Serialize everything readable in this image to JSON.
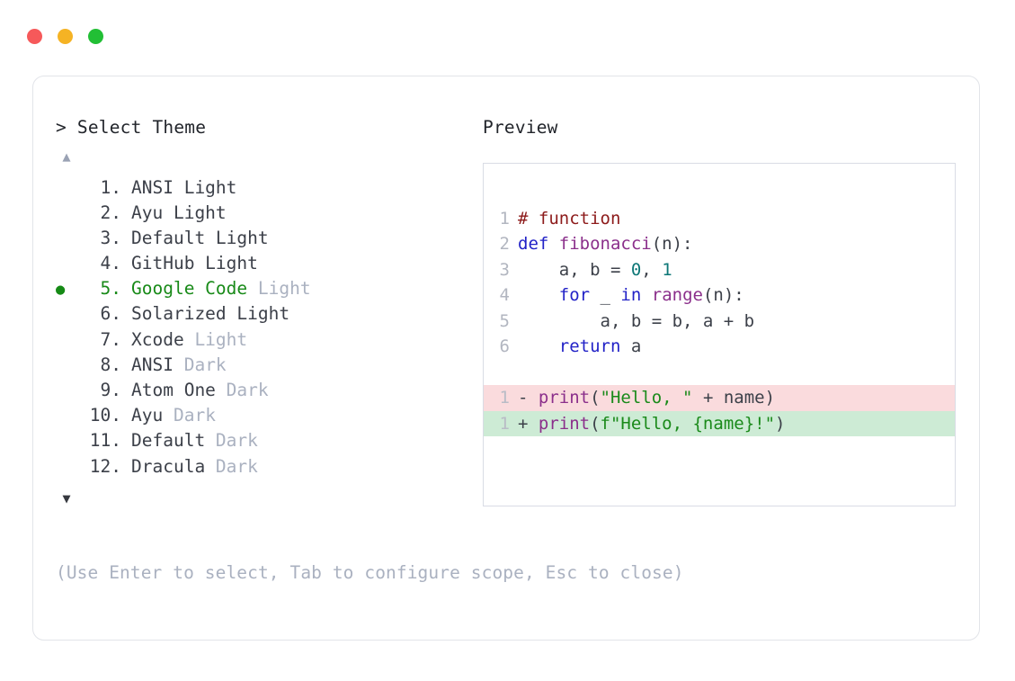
{
  "window": {
    "traffic_lights": [
      {
        "name": "close",
        "color": "#f6595a"
      },
      {
        "name": "minimize",
        "color": "#f5b324"
      },
      {
        "name": "maximize",
        "color": "#22bf35"
      }
    ]
  },
  "picker": {
    "header": "> Select Theme",
    "scroll_up_indicator": "▲",
    "scroll_down_indicator": "▼",
    "selected_index": 5,
    "selected_bullet": "●",
    "items": [
      {
        "index": "1.",
        "name": "ANSI Light",
        "variant": "",
        "selected": false
      },
      {
        "index": "2.",
        "name": "Ayu Light",
        "variant": "",
        "selected": false
      },
      {
        "index": "3.",
        "name": "Default Light",
        "variant": "",
        "selected": false
      },
      {
        "index": "4.",
        "name": "GitHub Light",
        "variant": "",
        "selected": false
      },
      {
        "index": "5.",
        "name": "Google Code",
        "variant": " Light",
        "selected": true
      },
      {
        "index": "6.",
        "name": "Solarized Light",
        "variant": "",
        "selected": false
      },
      {
        "index": "7.",
        "name": "Xcode",
        "variant": " Light",
        "selected": false
      },
      {
        "index": "8.",
        "name": "ANSI",
        "variant": " Dark",
        "selected": false
      },
      {
        "index": "9.",
        "name": "Atom One",
        "variant": " Dark",
        "selected": false
      },
      {
        "index": "10.",
        "name": "Ayu",
        "variant": " Dark",
        "selected": false
      },
      {
        "index": "11.",
        "name": "Default",
        "variant": " Dark",
        "selected": false
      },
      {
        "index": "12.",
        "name": "Dracula",
        "variant": " Dark",
        "selected": false
      }
    ]
  },
  "preview": {
    "label": "Preview",
    "code_lines": [
      {
        "number": "1",
        "tokens": [
          {
            "t": "# function",
            "c": "tok-comment"
          }
        ]
      },
      {
        "number": "2",
        "tokens": [
          {
            "t": "def ",
            "c": "tok-keyword"
          },
          {
            "t": "fibonacci",
            "c": "tok-func"
          },
          {
            "t": "(n):",
            "c": "tok-plain"
          }
        ]
      },
      {
        "number": "3",
        "tokens": [
          {
            "t": "    a, b = ",
            "c": "tok-plain"
          },
          {
            "t": "0",
            "c": "tok-number"
          },
          {
            "t": ", ",
            "c": "tok-plain"
          },
          {
            "t": "1",
            "c": "tok-number"
          }
        ]
      },
      {
        "number": "4",
        "tokens": [
          {
            "t": "    ",
            "c": "tok-plain"
          },
          {
            "t": "for",
            "c": "tok-keyword"
          },
          {
            "t": " _ ",
            "c": "tok-plain"
          },
          {
            "t": "in",
            "c": "tok-keyword"
          },
          {
            "t": " ",
            "c": "tok-plain"
          },
          {
            "t": "range",
            "c": "tok-func"
          },
          {
            "t": "(n):",
            "c": "tok-plain"
          }
        ]
      },
      {
        "number": "5",
        "tokens": [
          {
            "t": "        a, b = b, a + b",
            "c": "tok-plain"
          }
        ]
      },
      {
        "number": "6",
        "tokens": [
          {
            "t": "    ",
            "c": "tok-plain"
          },
          {
            "t": "return",
            "c": "tok-keyword"
          },
          {
            "t": " a",
            "c": "tok-plain"
          }
        ]
      }
    ],
    "diff_lines": [
      {
        "number": "1",
        "marker": "-",
        "kind": "removed",
        "background": "#fadbdd",
        "tokens": [
          {
            "t": "- ",
            "c": "tok-plain"
          },
          {
            "t": "print",
            "c": "tok-func"
          },
          {
            "t": "(",
            "c": "tok-plain"
          },
          {
            "t": "\"Hello, \"",
            "c": "tok-string"
          },
          {
            "t": " + name)",
            "c": "tok-plain"
          }
        ]
      },
      {
        "number": "1",
        "marker": "+",
        "kind": "added",
        "background": "#cdebd5",
        "tokens": [
          {
            "t": "+ ",
            "c": "tok-plain"
          },
          {
            "t": "print",
            "c": "tok-func"
          },
          {
            "t": "(",
            "c": "tok-plain"
          },
          {
            "t": "f\"Hello, {name}!\"",
            "c": "tok-string"
          },
          {
            "t": ")",
            "c": "tok-plain"
          }
        ]
      }
    ]
  },
  "footer": {
    "hint": "(Use Enter to select, Tab to configure scope, Esc to close)"
  }
}
